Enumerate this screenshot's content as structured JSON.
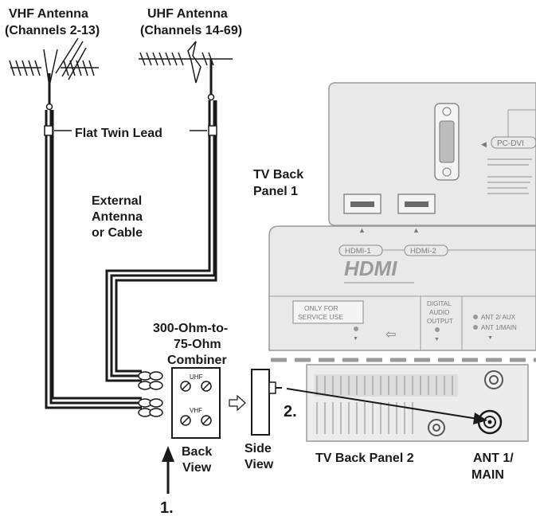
{
  "labels": {
    "vhf_title": "VHF Antenna",
    "vhf_channels": "(Channels 2-13)",
    "uhf_title": "UHF Antenna",
    "uhf_channels": "(Channels 14-69)",
    "flat_twin_lead": "Flat Twin Lead",
    "external_line1": "External",
    "external_line2": "Antenna",
    "external_line3": "or Cable",
    "tv_panel1_line1": "TV Back",
    "tv_panel1_line2": "Panel 1",
    "combiner_line1": "300-Ohm-to-",
    "combiner_line2": "75-Ohm",
    "combiner_line3": "Combiner",
    "combiner_uhf": "UHF",
    "combiner_vhf": "VHF",
    "back_view_line1": "Back",
    "back_view_line2": "View",
    "side_view_line1": "Side",
    "side_view_line2": "View",
    "tv_panel2": "TV Back Panel 2",
    "ant_line1": "ANT 1/",
    "ant_line2": "MAIN",
    "step1": "1.",
    "step2": "2."
  },
  "panel_text": {
    "pc_dvi": "PC-DVI",
    "hdmi1": "HDMI-1",
    "hdmi2": "HDMI-2",
    "hdmi_logo": "HDMI",
    "service_line1": "ONLY FOR",
    "service_line2": "SERVICE USE",
    "digital_line1": "DIGITAL",
    "digital_line2": "AUDIO",
    "digital_line3": "OUTPUT",
    "ant2_aux": "ANT 2/ AUX",
    "ant1_main_small": "ANT 1/MAIN"
  },
  "colors": {
    "wire": "#1a1a1a",
    "panel_fill": "#e9e9e9",
    "panel_stroke": "#9a9a9a",
    "text": "#1a1a1a"
  }
}
